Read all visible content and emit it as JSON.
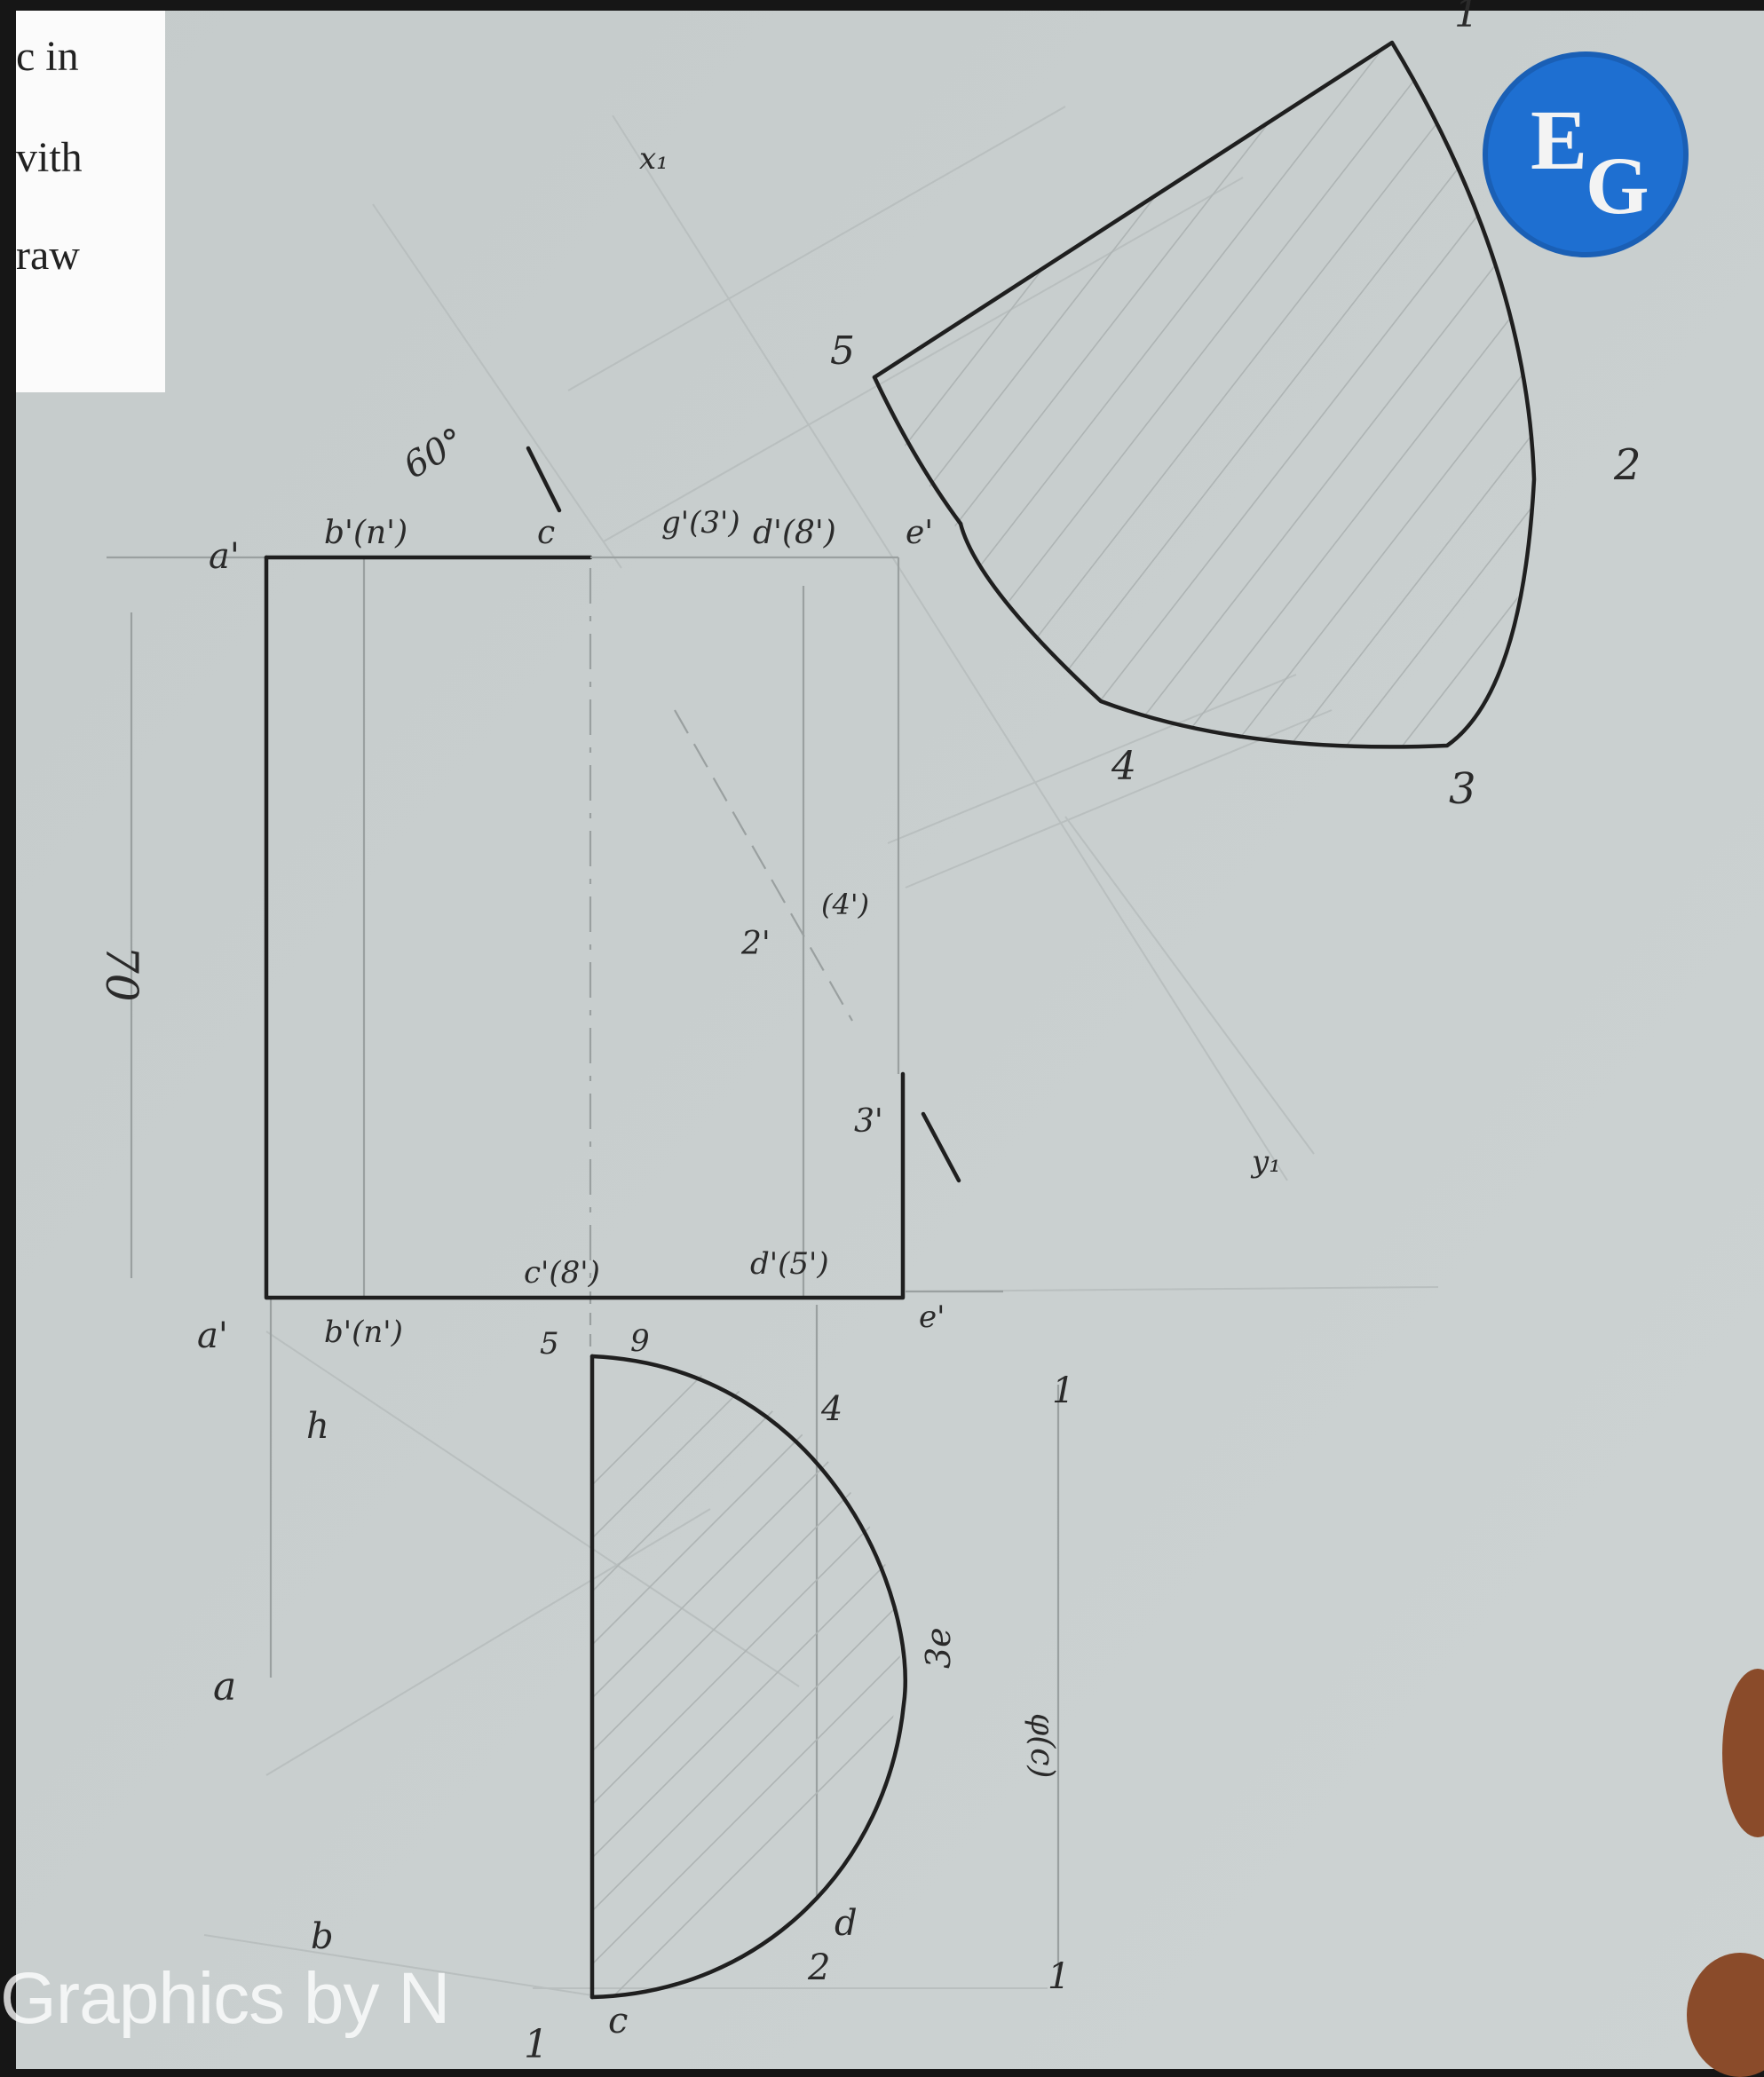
{
  "snippet_text": [
    "c in",
    "vith",
    "raw"
  ],
  "badge": {
    "letter1": "E",
    "letter2": "G"
  },
  "watermark": "Graphics by N",
  "dimension": "70",
  "labels": {
    "top_a": "a'",
    "top_b": "b'(n')",
    "top_c": "c",
    "top_g": "g'(3')",
    "top_d": "d'(8')",
    "top_e": "e'",
    "bot_a": "a'",
    "bot_b": "b'(n')",
    "bot_c": "c'(8')",
    "bot_d": "d'(5')",
    "bot_e": "e'",
    "mid_2": "2'",
    "mid_4": "(4')",
    "mid_3": "3'",
    "angle": "60°",
    "x1": "x₁",
    "y1": "y₁",
    "true_1": "1",
    "true_2": "2",
    "true_3": "3",
    "true_4": "4",
    "true_5": "5",
    "plan_5": "5",
    "plan_9": "9",
    "plan_h": "h",
    "plan_a": "a",
    "plan_4": "4",
    "plan_3e": "3e",
    "plan_d": "d",
    "plan_2": "2",
    "plan_1": "1",
    "plan_c": "c",
    "plan_b": "b",
    "dim_phi": "φ(c)",
    "tick_top": "1",
    "tick_bot": "1"
  },
  "colors": {
    "paper": "#c9cfcf",
    "frame": "#161616",
    "badge": "#1e6fd1"
  }
}
